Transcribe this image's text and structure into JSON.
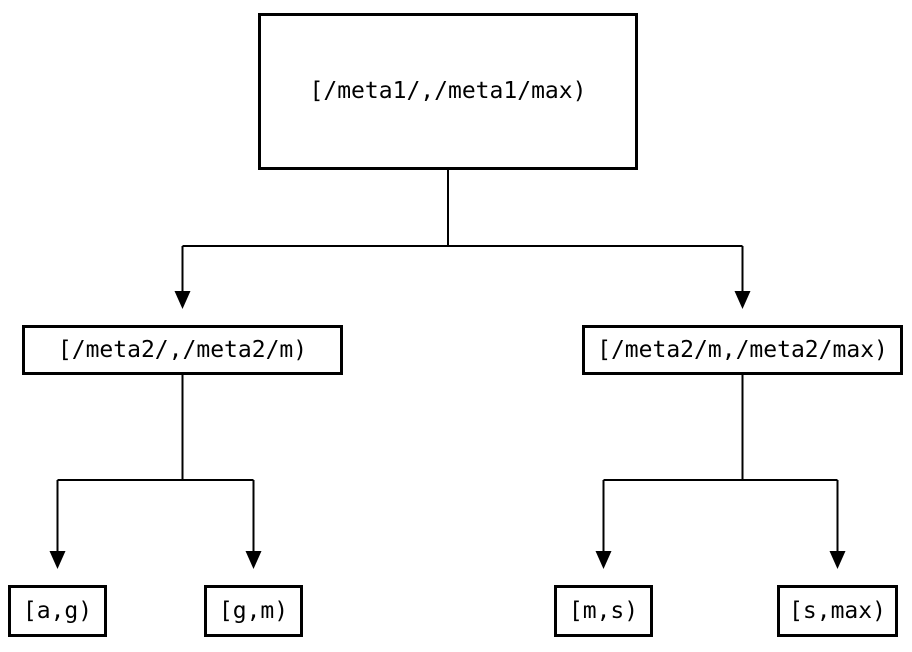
{
  "nodes": {
    "root": "[/meta1/,/meta1/max)",
    "meta2_low": "[/meta2/,/meta2/m)",
    "meta2_high": "[/meta2/m,/meta2/max)",
    "leaf_a_g": "[a,g)",
    "leaf_g_m": "[g,m)",
    "leaf_m_s": "[m,s)",
    "leaf_s_max": "[s,max)"
  },
  "edges": [
    {
      "from": "root",
      "to": "meta2_low"
    },
    {
      "from": "root",
      "to": "meta2_high"
    },
    {
      "from": "meta2_low",
      "to": "leaf_a_g"
    },
    {
      "from": "meta2_low",
      "to": "leaf_g_m"
    },
    {
      "from": "meta2_high",
      "to": "leaf_m_s"
    },
    {
      "from": "meta2_high",
      "to": "leaf_s_max"
    }
  ],
  "colors": {
    "line": "#000000",
    "text": "#000000",
    "background": "#ffffff"
  }
}
